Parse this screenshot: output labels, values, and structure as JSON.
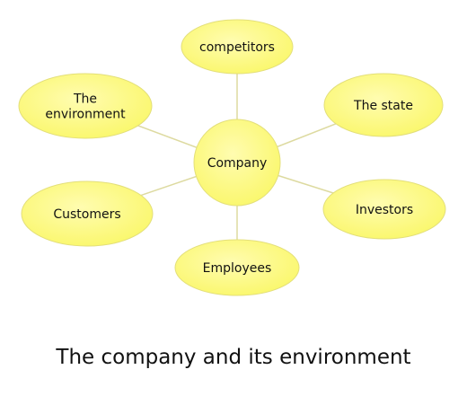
{
  "diagram": {
    "center": {
      "label": "Company"
    },
    "nodes": [
      {
        "id": "competitors",
        "label": "competitors"
      },
      {
        "id": "the-state",
        "label": "The state"
      },
      {
        "id": "investors",
        "label": "Investors"
      },
      {
        "id": "employees",
        "label": "Employees"
      },
      {
        "id": "customers",
        "label": "Customers"
      },
      {
        "id": "the-environment",
        "label": "The\nenvironment"
      }
    ],
    "colors": {
      "fill": "#faf76a",
      "fill_highlight": "#fffcb0",
      "stroke": "#e3df7a",
      "connector": "#dddaa0"
    }
  },
  "caption": "The company and its environment"
}
